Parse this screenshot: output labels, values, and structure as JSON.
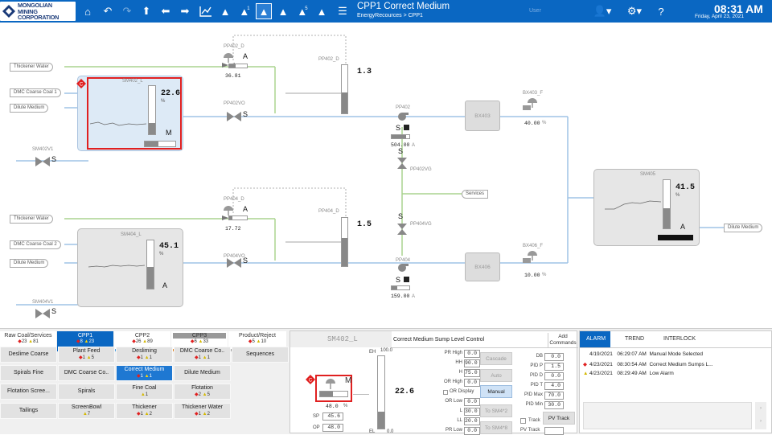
{
  "header": {
    "logo": [
      "MONGOLIAN",
      "MINING",
      "CORPORATION"
    ],
    "title": "CPP1 Correct Medium",
    "breadcrumb": "EnergyRecources > CPP1",
    "user_placeholder": "User",
    "time": "08:31 AM",
    "date": "Friday, April 23, 2021",
    "counts": {
      "a1": "1",
      "a2": "5"
    }
  },
  "toolbar_icons": [
    "home-icon",
    "undo-icon",
    "redo-icon",
    "up-arrow-icon",
    "back-arrow-icon",
    "forward-arrow-icon",
    "trend-icon",
    "alarm-triangle-icon",
    "alarm-count-icon",
    "alarm-suppress-icon",
    "alarm-shelve-icon",
    "alarm-5-icon",
    "alarm-ack-icon",
    "settings-list-icon"
  ],
  "hmi": {
    "inputs": {
      "thickener_water": "Thickener Water",
      "dmc_coal_1": "DMC Coarse Coal 1",
      "dilute_medium": "Dilute Medium",
      "dmc_coal_2": "DMC Coarse Coal 2",
      "services": "Services",
      "dilute_out": "Dilute Medium"
    },
    "pp402d": {
      "label": "PP402_D",
      "value": "36.81",
      "mode": "A"
    },
    "pp402d_bar": {
      "label": "PP402_D",
      "value": "1.3"
    },
    "pp402vo": {
      "label": "PP402VO",
      "mode": "S"
    },
    "sm402": {
      "label": "SM402_L",
      "value": "22.6",
      "unit": "%",
      "mode": "M",
      "diamond": "C"
    },
    "sm402v1": {
      "label": "SM402V1",
      "mode": "S"
    },
    "pp402": {
      "label": "PP402",
      "mode": "S",
      "amps": "504.00",
      "unit": "A"
    },
    "pp402vg": {
      "label": "PP402VG",
      "mode": "S"
    },
    "pp404vg": {
      "label": "PP404VG",
      "mode": "S"
    },
    "bx403": {
      "label": "BX403"
    },
    "bx403f": {
      "label": "BX403_F",
      "value": "40.00",
      "unit": "%"
    },
    "pp404d": {
      "label": "PP404_D",
      "value": "17.72",
      "mode": "A"
    },
    "pp404d_bar": {
      "label": "PP404_D",
      "value": "1.5"
    },
    "pp404vo": {
      "label": "PP404VO",
      "mode": "S"
    },
    "sm404": {
      "label": "SM404_L",
      "value": "45.1",
      "unit": "%",
      "mode": "A"
    },
    "sm404v1": {
      "label": "SM404V1",
      "mode": "S"
    },
    "pp404": {
      "label": "PP404",
      "mode": "S",
      "amps": "159.00",
      "unit": "A"
    },
    "bx406": {
      "label": "BX406"
    },
    "bx406f": {
      "label": "BX406_F",
      "value": "10.00",
      "unit": "%"
    },
    "sm405": {
      "label": "SM405",
      "value": "41.5",
      "unit": "%",
      "mode": "A"
    }
  },
  "nav": {
    "tabs": [
      {
        "label": "Raw Coal/Services",
        "c1": "23",
        "c2": "81"
      },
      {
        "label": "CPP1",
        "c1": "8",
        "c2": "23"
      },
      {
        "label": "CPP2",
        "c1": "26",
        "c2": "89"
      },
      {
        "label": "CPP3",
        "c1": "6",
        "c2": "33"
      },
      {
        "label": "Product/Reject",
        "c1": "5",
        "c2": "10"
      }
    ],
    "buttons": [
      {
        "label": "Deslime Coarse"
      },
      {
        "label": "Plant Feed",
        "c1": "1",
        "c2": "5"
      },
      {
        "label": "Desliming",
        "c1": "1",
        "c2": "1"
      },
      {
        "label": "DMC Coarse Co..",
        "c1": "1",
        "c2": "1"
      },
      {
        "label": "Sequences"
      },
      {
        "label": "Spirals Fine"
      },
      {
        "label": "DMC Coarse Co.."
      },
      {
        "label": "Correct Medium",
        "c1": "1",
        "c2": "1"
      },
      {
        "label": "Dilute Medium"
      },
      {
        "label": "Flotation Scree..."
      },
      {
        "label": "Spirals"
      },
      {
        "label": "Fine Coal",
        "c2": "1"
      },
      {
        "label": "Flotation",
        "c1": "2",
        "c2": "5"
      },
      {
        "label": "Tailings"
      },
      {
        "label": "ScreenBowl",
        "c2": "7"
      },
      {
        "label": "Thickener",
        "c1": "1",
        "c2": "2"
      },
      {
        "label": "Thickener Water",
        "c1": "1",
        "c2": "2"
      }
    ]
  },
  "faceplate": {
    "tag": "SM402_L",
    "desc": "Correct Medium Sump Level Control",
    "add": "Add Commands",
    "pv": "22.6",
    "eh": "EH",
    "eh_val": "100.0",
    "el": "EL",
    "el_val": "0.0",
    "out": "48.0",
    "out_unit": "%",
    "sp_label": "SP",
    "sp": "45.6",
    "op_label": "OP",
    "op": "48.0",
    "mode": "M",
    "diamond": "C",
    "params": [
      {
        "l": "PR High",
        "v": "0.0"
      },
      {
        "l": "HH",
        "v": "90.0"
      },
      {
        "l": "H",
        "v": "75.0"
      },
      {
        "l": "OR High",
        "v": "0.0"
      },
      {
        "l": "OR Display",
        "v": ""
      },
      {
        "l": "OR Low",
        "v": "0.0"
      },
      {
        "l": "L",
        "v": "30.0"
      },
      {
        "l": "LL",
        "v": "20.0"
      },
      {
        "l": "PR Low",
        "v": "0.0"
      }
    ],
    "modes": [
      "Cascade",
      "Auto",
      "Manual",
      "To SM4*2",
      "To SM4*8"
    ],
    "pid": [
      {
        "l": "DB",
        "v": "0.0"
      },
      {
        "l": "PID P",
        "v": "1.5"
      },
      {
        "l": "PID D",
        "v": "0.0"
      },
      {
        "l": "PID T",
        "v": "4.0"
      },
      {
        "l": "PID Max",
        "v": "70.0"
      },
      {
        "l": "PID Min",
        "v": "30.0"
      }
    ],
    "pv_label": "PID Max",
    "track": "Track",
    "pv_track": "PV Track",
    "pv_track_label": "PV Track"
  },
  "alarms": {
    "tabs": [
      "ALARM",
      "TREND",
      "INTERLOCK"
    ],
    "rows": [
      {
        "date": "4/19/2021",
        "time": "06:29:07 AM",
        "msg": "Manual Mode Selected",
        "sev": ""
      },
      {
        "date": "4/23/2021",
        "time": "08:30:54 AM",
        "msg": "Correct Medium Sumps L...",
        "sev": "red"
      },
      {
        "date": "4/23/2021",
        "time": "08:29:49 AM",
        "msg": "Low Alarm",
        "sev": "yellow"
      }
    ]
  },
  "colors": {
    "brand": "#0a67c2",
    "flow": "#9fc3e6",
    "pipe": "#aad48f",
    "alarm": "#e02020"
  }
}
